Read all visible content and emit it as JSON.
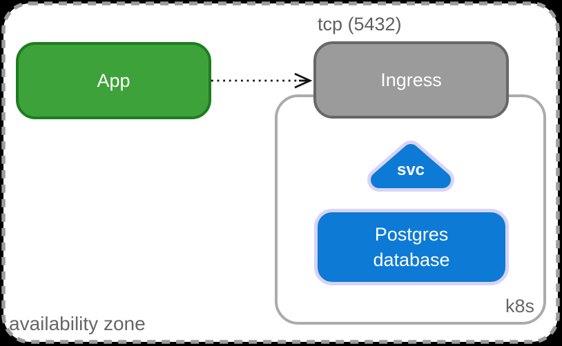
{
  "zone": {
    "label": "availability zone",
    "label_color": "#666666",
    "border_color": "#9c9c9c",
    "fill": "#ffffff",
    "outside_color": "#000000"
  },
  "edge": {
    "label": "tcp (5432)",
    "label_color": "#5f5f5f",
    "line_color": "#111111",
    "style": "dotted-arrow"
  },
  "cluster": {
    "label": "k8s",
    "label_color": "#666666",
    "border_color": "#ababab"
  },
  "nodes": {
    "app": {
      "label": "App",
      "fill": "#3ea23a",
      "stroke": "#1d7d1f",
      "text_color": "#ffffff"
    },
    "ingress": {
      "label": "Ingress",
      "fill": "#9b9b9b",
      "stroke": "#676767",
      "text_color": "#ffffff"
    },
    "svc": {
      "label": "svc",
      "fill": "#0d7ad6",
      "stroke": "#d8d4f5",
      "text_color": "#ffffff"
    },
    "postgres": {
      "label": "Postgres database",
      "fill": "#0d7ad6",
      "stroke": "#d8d4f5",
      "text_color": "#ffffff"
    }
  }
}
